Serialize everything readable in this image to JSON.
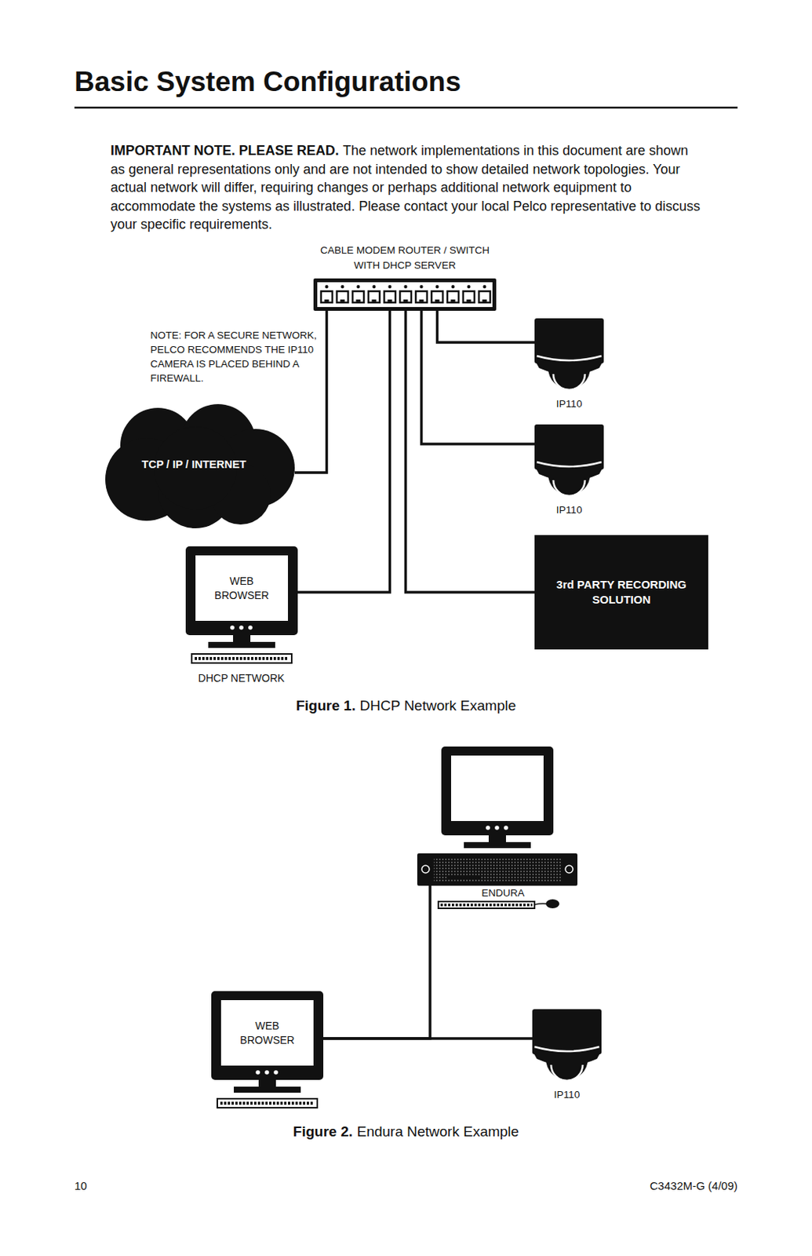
{
  "diagram": {
    "title": "Basic System Configurations",
    "nodes": [
      {
        "text": [
          "CABLE MODEM ROUTER / SWITCH WITH DHCP SERVER"
        ]
      },
      {
        "text": [
          "IP110"
        ]
      },
      {
        "text": [
          "TCP / IP / INTERNET"
        ]
      },
      {
        "text": [
          "IP110"
        ]
      },
      {
        "text": [
          "WEB BROWSER"
        ]
      },
      {
        "text": [
          "3rd PARTY RECORDING SOLUTION"
        ]
      },
      {
        "text": [
          "ENDURA"
        ]
      },
      {
        "text": [
          "WEB BROWSER"
        ]
      },
      {
        "text": [
          "IP110"
        ]
      }
    ],
    "edges": [
      {
        "from": 0,
        "to": 1,
        "arrow": "none"
      },
      {
        "from": 0,
        "to": 2,
        "arrow": "none"
      },
      {
        "from": 0,
        "to": 3,
        "arrow": "none"
      },
      {
        "from": 0,
        "to": 4,
        "arrow": "none"
      },
      {
        "from": 0,
        "to": 5,
        "arrow": "none"
      },
      {
        "from": 7,
        "to": 6,
        "arrow": "none"
      },
      {
        "from": 7,
        "to": 8,
        "arrow": "none"
      }
    ],
    "labels": [
      "IMPORTANT NOTE. PLEASE READ.",
      "The network implementations in this document are shown as general representations only and are not intended to show detailed network topologies. Your actual network will differ, requiring changes or perhaps additional network equipment to accommodate the systems as illustrated. Please contact your local Pelco representative to discuss your specific requirements.",
      "NOTE: FOR A SECURE NETWORK, PELCO RECOMMENDS THE IP110 CAMERA IS PLACED BEHIND A FIREWALL.",
      "DHCP NETWORK",
      "Figure 1.",
      "DHCP Network Example",
      "Figure 2.",
      "Endura Network Example",
      "10",
      "C3432M-G (4/09)"
    ]
  }
}
